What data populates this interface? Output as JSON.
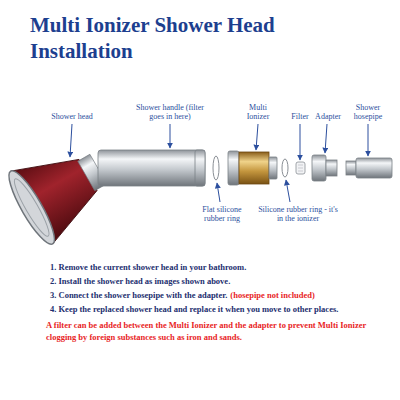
{
  "diagram": {
    "title": "Multi Ionizer Shower Head Installation",
    "labels": [
      "Shower head",
      "Shower handle (filter goes in here)",
      "Multi Ionizer",
      "Filter",
      "Adapter",
      "Shower hosepipe",
      "Flat silicone rubber ring",
      "Silicone rubber ring - it's in the ionizer",
      "1. Remove the current shower head in your bathroom.",
      "2. Install the shower head as images shown above.",
      "3. Connect the shower hosepipe with the adapter.",
      "(hosepipe not included)",
      "4. Keep the replaced shower head and replace it when you move to other places.",
      "A filter can be added between the Multi Ionizer and the adapter to prevent Multi Ionizer clogging by foreign substances such as iron and sands."
    ]
  }
}
